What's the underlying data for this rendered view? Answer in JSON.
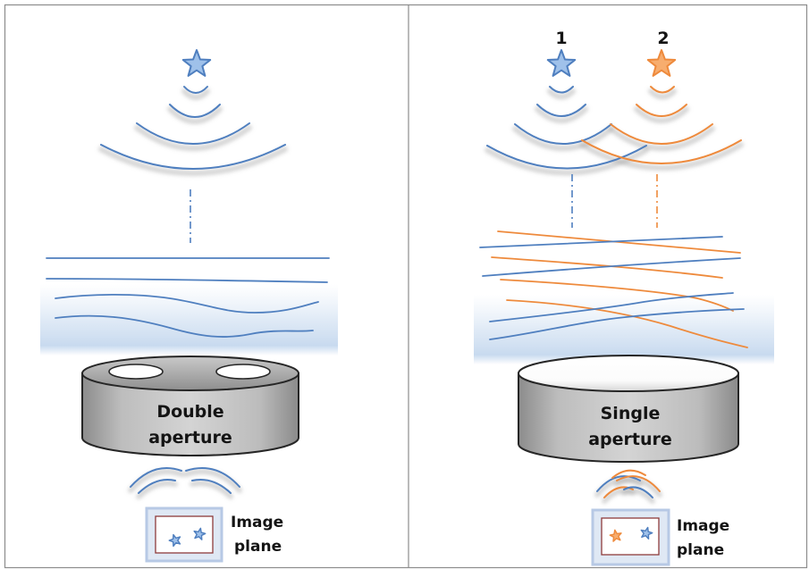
{
  "left_panel": {
    "sources": [
      {
        "icon": "star-icon",
        "color": "#4f7fbf"
      }
    ],
    "cylinder_label": [
      "Double",
      "aperture"
    ],
    "image_plane_label": [
      "Image",
      "plane"
    ]
  },
  "right_panel": {
    "sources": [
      {
        "label": "1",
        "icon": "star-icon",
        "color": "#4f7fbf"
      },
      {
        "label": "2",
        "icon": "star-icon",
        "color": "#ee8a3c"
      }
    ],
    "cylinder_label": [
      "Single",
      "aperture"
    ],
    "image_plane_label": [
      "Image",
      "plane"
    ]
  },
  "colors": {
    "blue": "#4f7fbf",
    "orange": "#ee8a3c",
    "star_blue_fill": "#9fc1ea",
    "star_orange_fill": "#f7ad6e"
  }
}
